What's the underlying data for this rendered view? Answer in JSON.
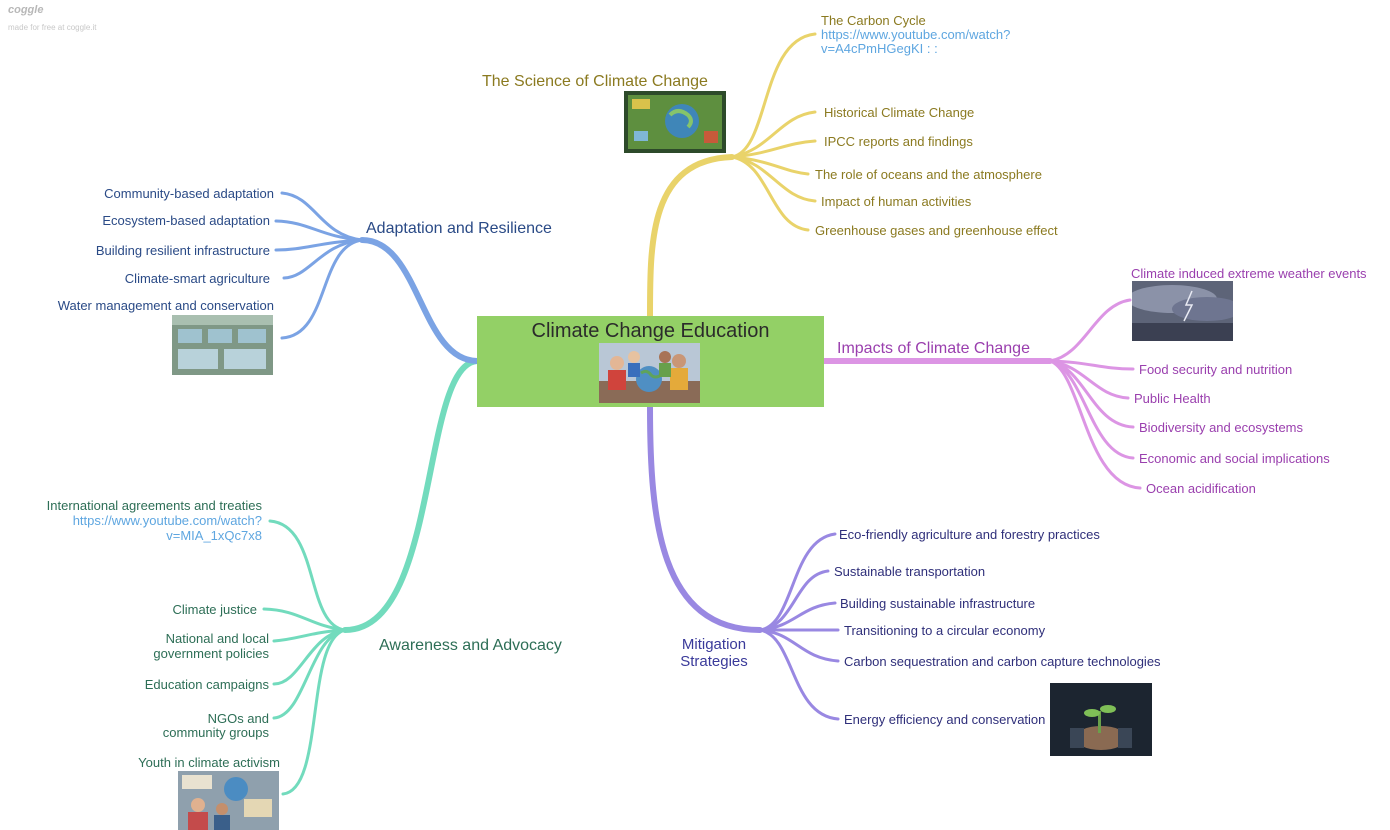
{
  "brand": {
    "name": "coggle",
    "tagline": "made for free at coggle.it"
  },
  "central": {
    "title": "Climate Change Education",
    "image_icon": "students-with-globe-photo"
  },
  "colors": {
    "science": "#e9d36a",
    "impacts": "#dc95e4",
    "mitigation": "#9988e2",
    "awareness": "#72dbbd",
    "adaptation": "#7ba3e4",
    "central_bg": "#93d066",
    "link": "#5ea6e0"
  },
  "science": {
    "label": "The Science of Climate Change",
    "image_icon": "earth-carbon-cycle-illustration",
    "carbon_cycle": {
      "label": "The Carbon Cycle",
      "url_line1": "https://www.youtube.com/watch?",
      "url_line2": "v=A4cPmHGegKI : :"
    },
    "items": [
      "Historical Climate Change",
      "IPCC reports and findings",
      "The role of oceans and the atmosphere",
      "Impact of human activities",
      "Greenhouse gases and greenhouse effect"
    ]
  },
  "impacts": {
    "label": "Impacts of Climate Change",
    "extreme_weather": {
      "label": "Climate induced extreme weather events",
      "image_icon": "storm-clouds-photo"
    },
    "items": [
      "Food security and nutrition",
      "Public Health",
      "Biodiversity and ecosystems",
      "Economic and social implications",
      "Ocean acidification"
    ]
  },
  "mitigation": {
    "label_line1": "Mitigation",
    "label_line2": "Strategies",
    "items": [
      "Eco-friendly agriculture and forestry practices",
      "Sustainable transportation",
      "Building sustainable infrastructure",
      "Transitioning to a circular economy",
      "Carbon sequestration and carbon capture technologies",
      "Energy efficiency and conservation"
    ],
    "image_icon": "hands-holding-seedling-photo"
  },
  "awareness": {
    "label": "Awareness and Advocacy",
    "agreements": {
      "label": "International agreements and treaties",
      "url_line1": "https://www.youtube.com/watch?",
      "url_line2": "v=MIA_1xQc7x8"
    },
    "items": {
      "justice": "Climate justice",
      "policies_line1": "National and local",
      "policies_line2": "government policies",
      "campaigns": "Education campaigns",
      "ngos_line1": "NGOs and",
      "ngos_line2": "community groups",
      "youth": "Youth in climate activism"
    },
    "image_icon": "youth-climate-protest-photo"
  },
  "adaptation": {
    "label": "Adaptation and Resilience",
    "items": [
      "Community-based adaptation",
      "Ecosystem-based adaptation",
      "Building resilient infrastructure",
      "Climate-smart agriculture",
      "Water management and conservation"
    ],
    "image_icon": "water-treatment-plant-photo"
  }
}
